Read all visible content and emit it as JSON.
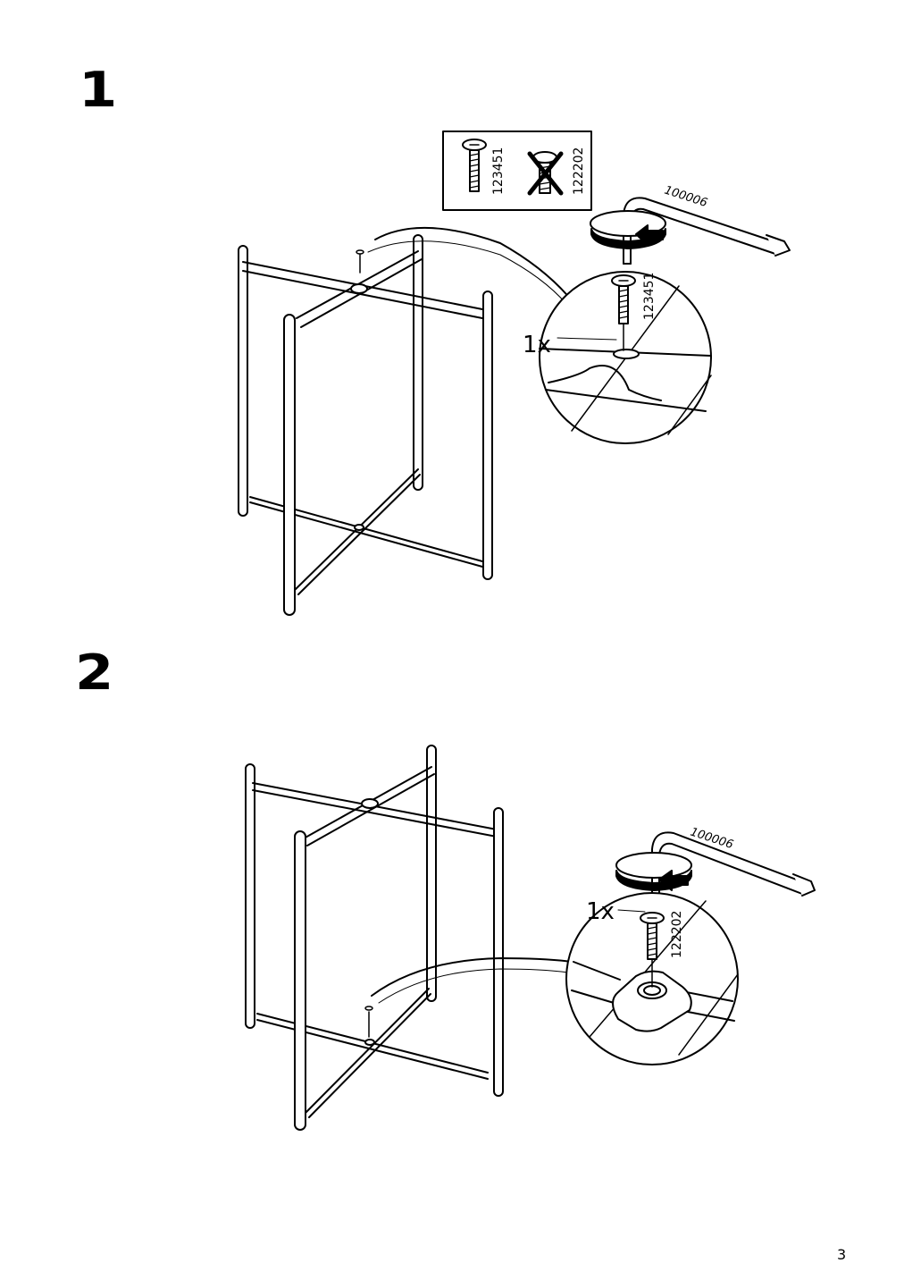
{
  "page": {
    "number": "3"
  },
  "step1": {
    "number": "1",
    "legend": {
      "allowed_part": "123451",
      "not_allowed_part": "122202"
    },
    "tool": "100006",
    "detail_part": "123451",
    "quantity": "1x",
    "icons": [
      "screw-icon",
      "crossed-screw-icon",
      "allen-key-icon",
      "rotate-arrow-icon"
    ]
  },
  "step2": {
    "number": "2",
    "tool": "100006",
    "detail_part": "122202",
    "quantity": "1x",
    "icons": [
      "screw-icon",
      "allen-key-icon",
      "rotate-arrow-icon"
    ]
  },
  "colors": {
    "ink": "#000000",
    "paper": "#ffffff",
    "shade": "#6b6b6b"
  }
}
